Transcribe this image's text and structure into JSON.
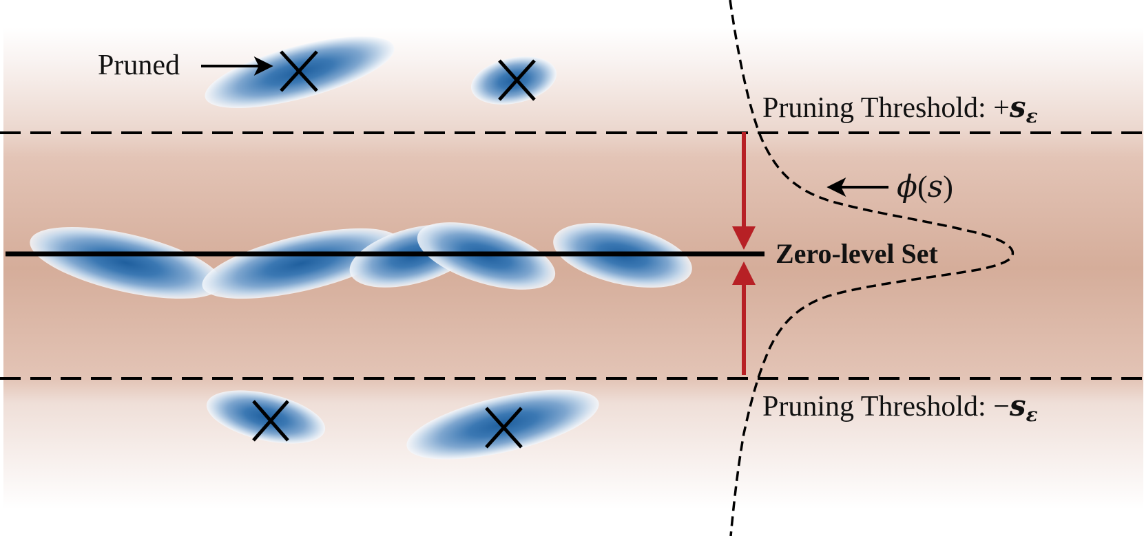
{
  "labels": {
    "pruned": "Pruned",
    "zero_level_set": "Zero-level Set",
    "upper_threshold": {
      "prefix": "Pruning Threshold: ",
      "sign": "+",
      "symbol": "s",
      "subscript": "ε"
    },
    "lower_threshold": {
      "prefix": "Pruning Threshold: ",
      "sign": "−",
      "symbol": "s",
      "subscript": "ε"
    },
    "phi": {
      "func": "ϕ",
      "open": "(",
      "arg": "s",
      "close": ")"
    }
  },
  "colors": {
    "band_core": "#d5ad9a",
    "band_edge": "#f8f2ef",
    "gaussian_core": "#2a67a3",
    "gaussian_edge": "#ffffff",
    "arrow_red": "#b72025",
    "line": "#000000"
  },
  "icons": {
    "pruned_mark": "cross-mark-icon",
    "pointer": "arrow-right-icon"
  }
}
